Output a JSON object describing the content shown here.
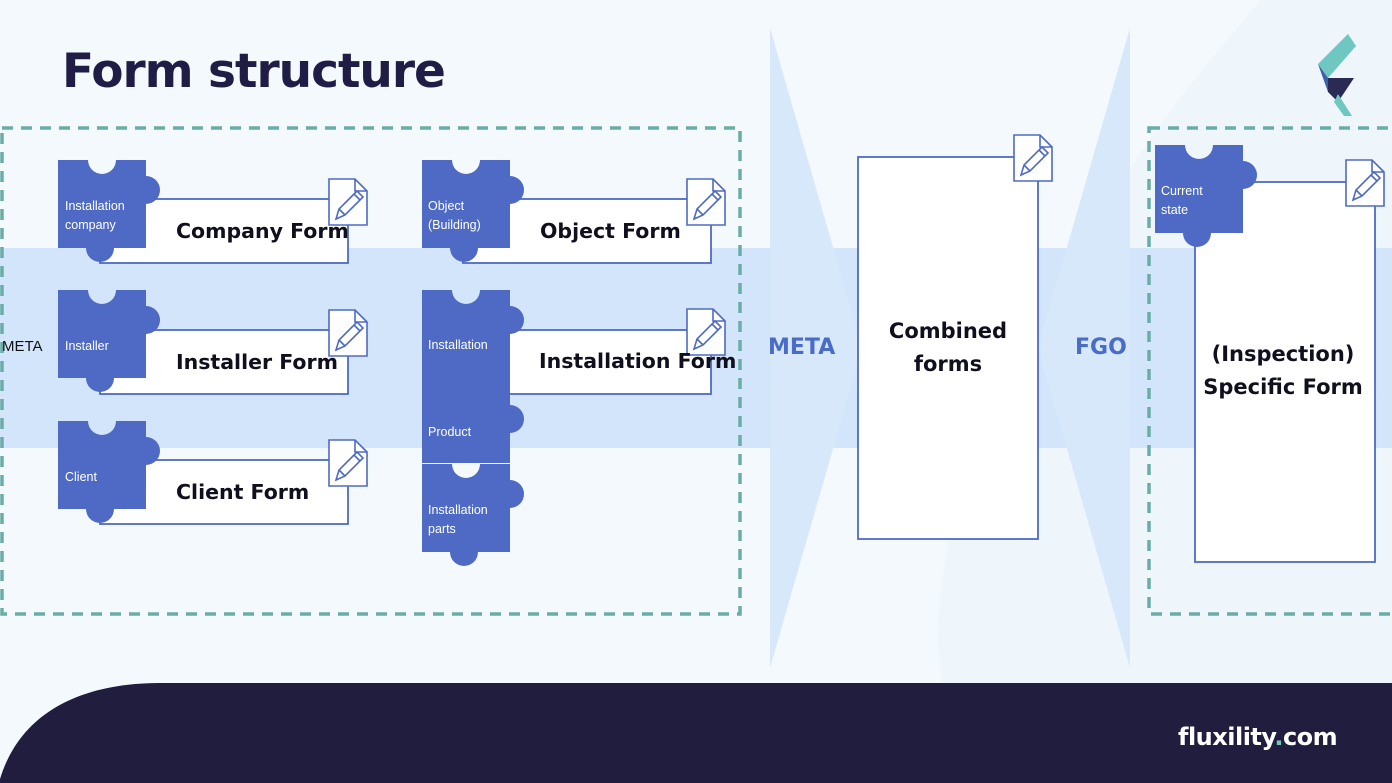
{
  "title": "Form structure",
  "side_label": "META",
  "arrows": {
    "first": "META",
    "second": "FGO"
  },
  "pieces": [
    {
      "id": "installation-company",
      "label": "Installation\ncompany",
      "form": "Company Form"
    },
    {
      "id": "installer",
      "label": "Installer",
      "form": "Installer Form"
    },
    {
      "id": "client",
      "label": "Client",
      "form": "Client Form"
    },
    {
      "id": "object-building",
      "label": "Object\n(Building)",
      "form": "Object Form"
    },
    {
      "id": "installation",
      "label": "Installation",
      "form": "Installation Form"
    },
    {
      "id": "product",
      "label": "Product"
    },
    {
      "id": "installation-parts",
      "label": "Installation\nparts"
    }
  ],
  "combined": {
    "label": "Combined\nforms"
  },
  "specific": {
    "piece_label": "Current\nstate",
    "label": "(Inspection)\nSpecific Form"
  },
  "footer": {
    "brand": "fluxility",
    "dot": ".",
    "tld": "com"
  },
  "colors": {
    "puzzle": "#4e6ac5",
    "band": "#d3e5fb",
    "dashed_border": "#6aada7",
    "arrow_label": "#4a6cc9",
    "footer": "#211d3f",
    "title": "#1f1c45"
  }
}
